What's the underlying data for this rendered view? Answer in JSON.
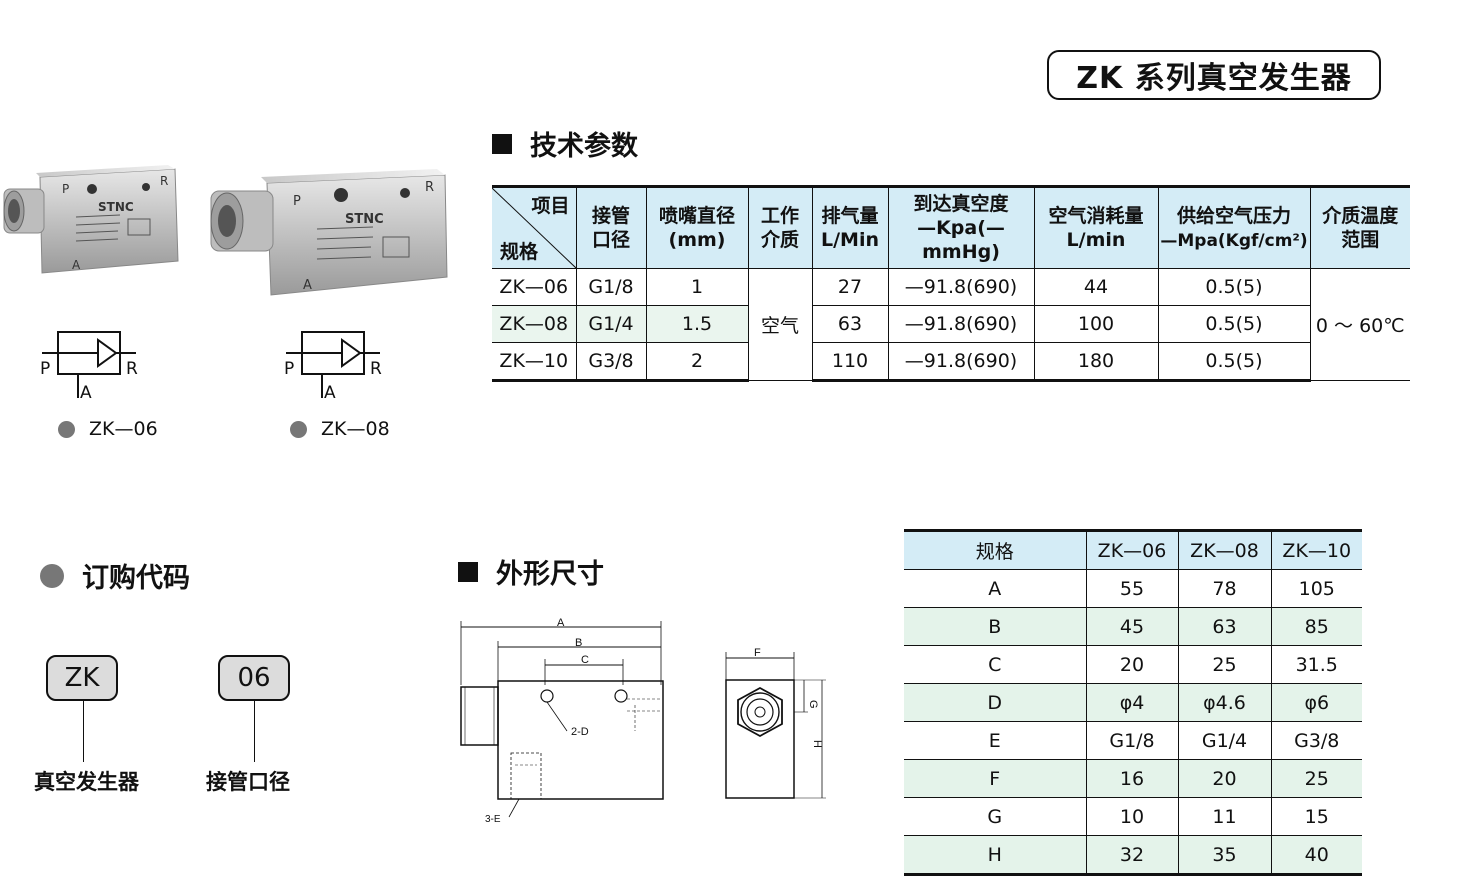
{
  "title": "ZK 系列真空发生器",
  "sections": {
    "tech": "技术参数",
    "order": "订购代码",
    "dims": "外形尺寸"
  },
  "products": {
    "zk06": {
      "brand": "STNC",
      "caption": "ZK—06",
      "ports": [
        "P",
        "R",
        "A"
      ]
    },
    "zk08": {
      "brand": "STNC",
      "caption": "ZK—08",
      "ports": [
        "P",
        "R",
        "A"
      ]
    }
  },
  "tech_table": {
    "corner_top": "项目",
    "corner_bottom": "规格",
    "headers": [
      [
        "接管",
        "口径"
      ],
      [
        "喷嘴直径",
        "(mm)"
      ],
      [
        "工作",
        "介质"
      ],
      [
        "排气量",
        "L/Min"
      ],
      [
        "到达真空度",
        "—Kpa(—mmHg)"
      ],
      [
        "空气消耗量",
        "L/min"
      ],
      [
        "供给空气压力",
        "—Mpa(Kgf/cm²)"
      ],
      [
        "介质温度",
        "范围"
      ]
    ],
    "rows": [
      {
        "model": "ZK—06",
        "port": "G1/8",
        "nozzle": "1",
        "flow": "27",
        "vacuum": "—91.8(690)",
        "consumption": "44",
        "pressure": "0.5(5)"
      },
      {
        "model": "ZK—08",
        "port": "G1/4",
        "nozzle": "1.5",
        "flow": "63",
        "vacuum": "—91.8(690)",
        "consumption": "100",
        "pressure": "0.5(5)"
      },
      {
        "model": "ZK—10",
        "port": "G3/8",
        "nozzle": "2",
        "flow": "110",
        "vacuum": "—91.8(690)",
        "consumption": "180",
        "pressure": "0.5(5)"
      }
    ],
    "medium": "空气",
    "temperature": "0 ～ 60℃"
  },
  "order_code": {
    "code1": "ZK",
    "label1": "真空发生器",
    "code2": "06",
    "label2": "接管口径"
  },
  "drawing_labels": {
    "a": "A",
    "b": "B",
    "c": "C",
    "d": "2-D",
    "e": "3-E",
    "f": "F",
    "g": "G",
    "h": "H"
  },
  "dim_table": {
    "headers": [
      "规格",
      "ZK—06",
      "ZK—08",
      "ZK—10"
    ],
    "rows": [
      [
        "A",
        "55",
        "78",
        "105"
      ],
      [
        "B",
        "45",
        "63",
        "85"
      ],
      [
        "C",
        "20",
        "25",
        "31.5"
      ],
      [
        "D",
        "φ4",
        "φ4.6",
        "φ6"
      ],
      [
        "E",
        "G1/8",
        "G1/4",
        "G3/8"
      ],
      [
        "F",
        "16",
        "20",
        "25"
      ],
      [
        "G",
        "10",
        "11",
        "15"
      ],
      [
        "H",
        "32",
        "35",
        "40"
      ]
    ]
  }
}
